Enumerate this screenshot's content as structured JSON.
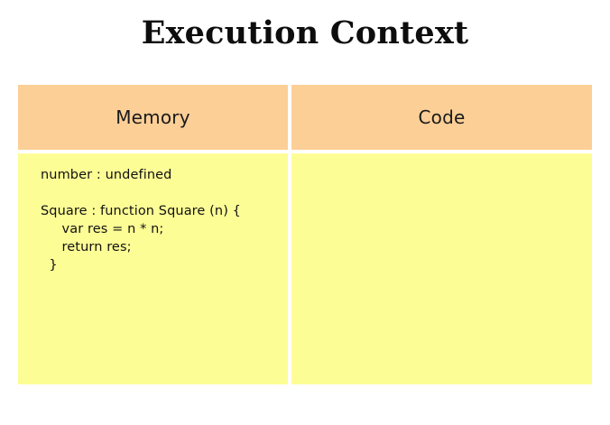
{
  "slide": {
    "title": "Execution Context",
    "background_color": "#ffffff"
  },
  "table": {
    "header_color": "#fccf97",
    "body_color": "#fdfd96",
    "divider_color": "#ffffff",
    "columns": [
      {
        "header": "Memory",
        "content": "number : undefined\n\nSquare : function Square (n) {\n     var res = n * n;\n     return res;\n  }"
      },
      {
        "header": "Code",
        "content": ""
      }
    ]
  }
}
